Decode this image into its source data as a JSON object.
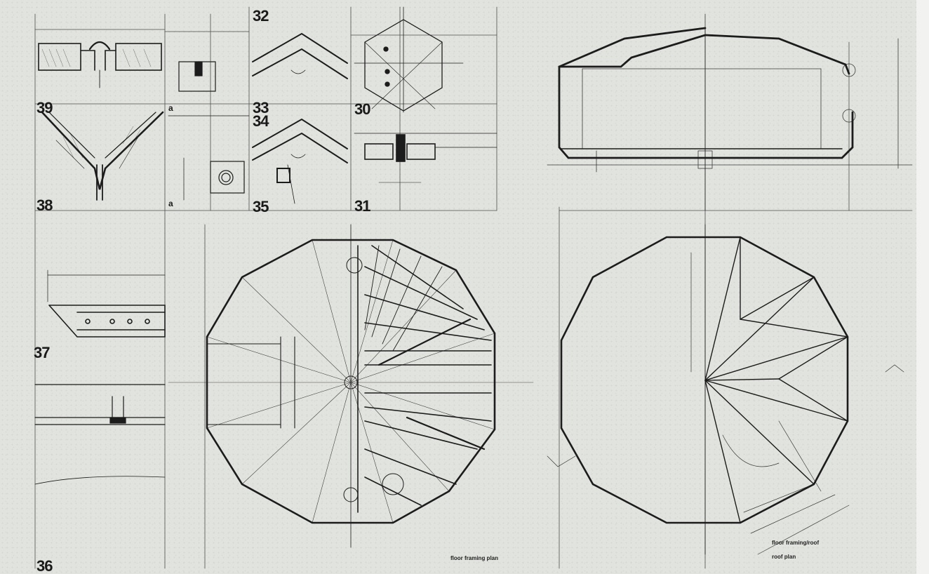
{
  "detail_labels": {
    "d32": "32",
    "d33": "33",
    "d34": "34",
    "d30": "30",
    "d39": "39",
    "d38": "38",
    "d35": "35",
    "d31": "31",
    "d37": "37",
    "d36": "36",
    "sectionA_top": "a",
    "sectionA_bottom": "a"
  },
  "captions": {
    "floor_plan": "floor framing plan",
    "roof_plan": "roof plan",
    "roof_framing": "floor framing/roof"
  },
  "colors": {
    "ink": "#1c1c1c",
    "paper": "#e1e3de",
    "margin": "#f2f2f0"
  }
}
